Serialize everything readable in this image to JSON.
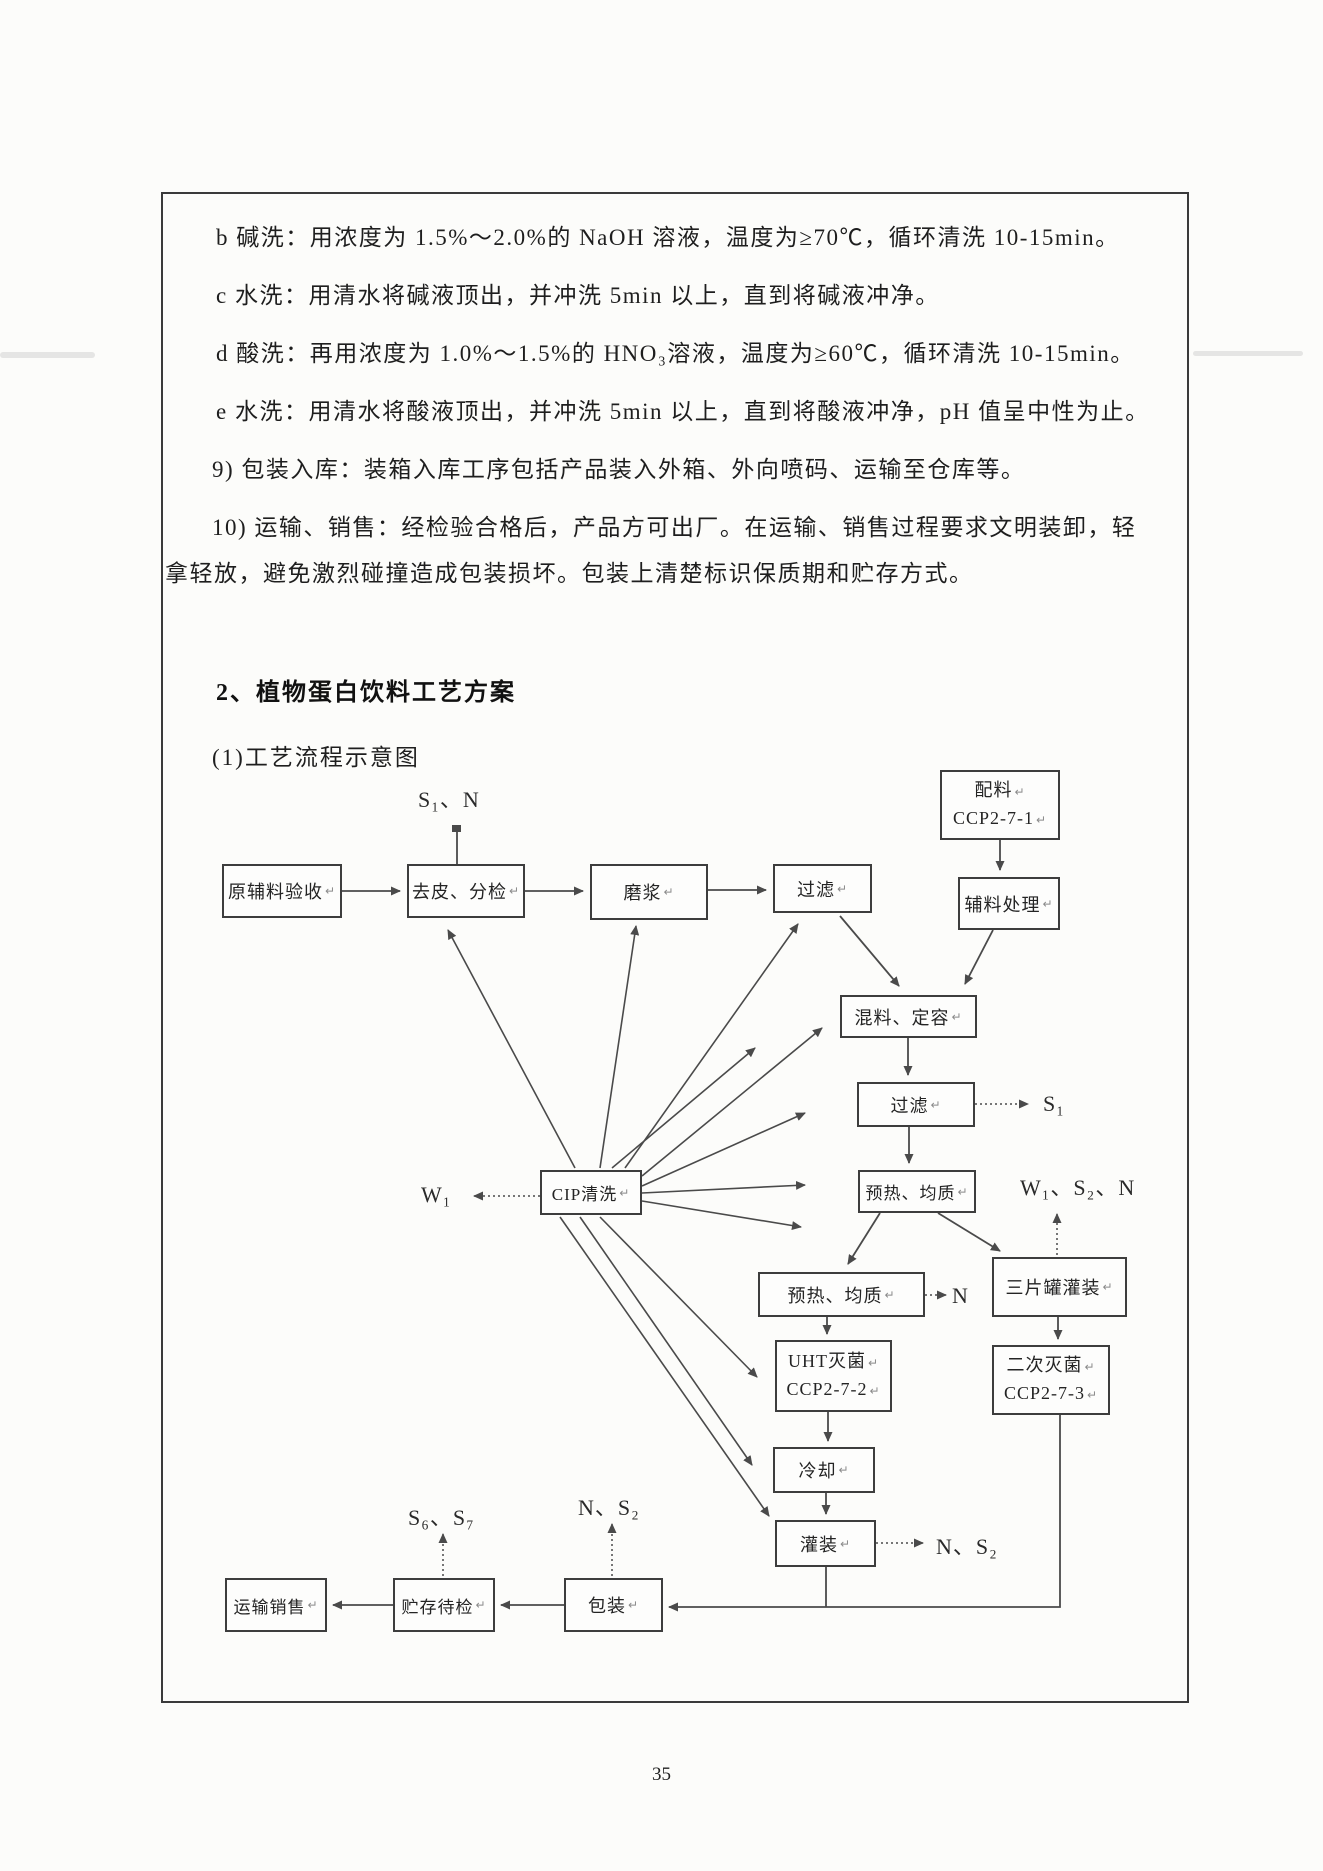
{
  "page": {
    "footer_page_number": "35"
  },
  "body": {
    "paragraphs": [
      {
        "text": "b 碱洗：用浓度为 1.5%～2.0%的 NaOH 溶液，温度为≥70℃，循环清洗 10-15min。"
      },
      {
        "text": "c 水洗：用清水将碱液顶出，并冲洗 5min 以上，直到将碱液冲净。"
      },
      {
        "text": "d 酸洗：再用浓度为 1.0%～1.5%的 HNO₃溶液，温度为≥60℃，循环清洗 10-15min。"
      },
      {
        "text": "e 水洗：用清水将酸液顶出，并冲洗 5min 以上，直到将酸液冲净，pH 值呈中性为止。"
      },
      {
        "text": "9) 包装入库：装箱入库工序包括产品装入外箱、外向喷码、运输至仓库等。"
      },
      {
        "text": "10) 运输、销售：经检验合格后，产品方可出厂。在运输、销售过程要求文明装卸，轻"
      },
      {
        "text": "拿轻放，避免激烈碰撞造成包装损坏。包装上清楚标识保质期和贮存方式。"
      }
    ],
    "heading": "2、植物蛋白饮料工艺方案",
    "subheading": "(1)工艺流程示意图"
  },
  "flow": {
    "return_mark": "↵",
    "nodes": {
      "raw": {
        "label": "原辅料验收"
      },
      "peel": {
        "label": "去皮、分检"
      },
      "grind": {
        "label": "磨浆"
      },
      "filter1": {
        "label": "过滤"
      },
      "ingredients": {
        "label": "配料",
        "label2": "CCP2-7-1"
      },
      "aux": {
        "label": "辅料处理"
      },
      "mix": {
        "label": "混料、定容"
      },
      "filter2": {
        "label": "过滤"
      },
      "preheat1": {
        "label": "预热、均质"
      },
      "cip": {
        "label": "CIP清洗"
      },
      "preheat2": {
        "label": "预热、均质"
      },
      "threecan": {
        "label": "三片罐灌装"
      },
      "uht": {
        "label": "UHT灭菌",
        "label2": "CCP2-7-2"
      },
      "ster2": {
        "label": "二次灭菌",
        "label2": "CCP2-7-3"
      },
      "cool": {
        "label": "冷却"
      },
      "fill": {
        "label": "灌装"
      },
      "pack": {
        "label": "包装"
      },
      "store": {
        "label": "贮存待检"
      },
      "transport": {
        "label": "运输销售"
      }
    },
    "labels": {
      "s1n": "S₁、N",
      "s1": "S₁",
      "w1": "W₁",
      "w1s2n": "W₁、S₂、N",
      "n": "N",
      "ns2_fill": "N、S₂",
      "ns2_pack": "N、S₂",
      "s6s7": "S₆、S₇"
    }
  }
}
